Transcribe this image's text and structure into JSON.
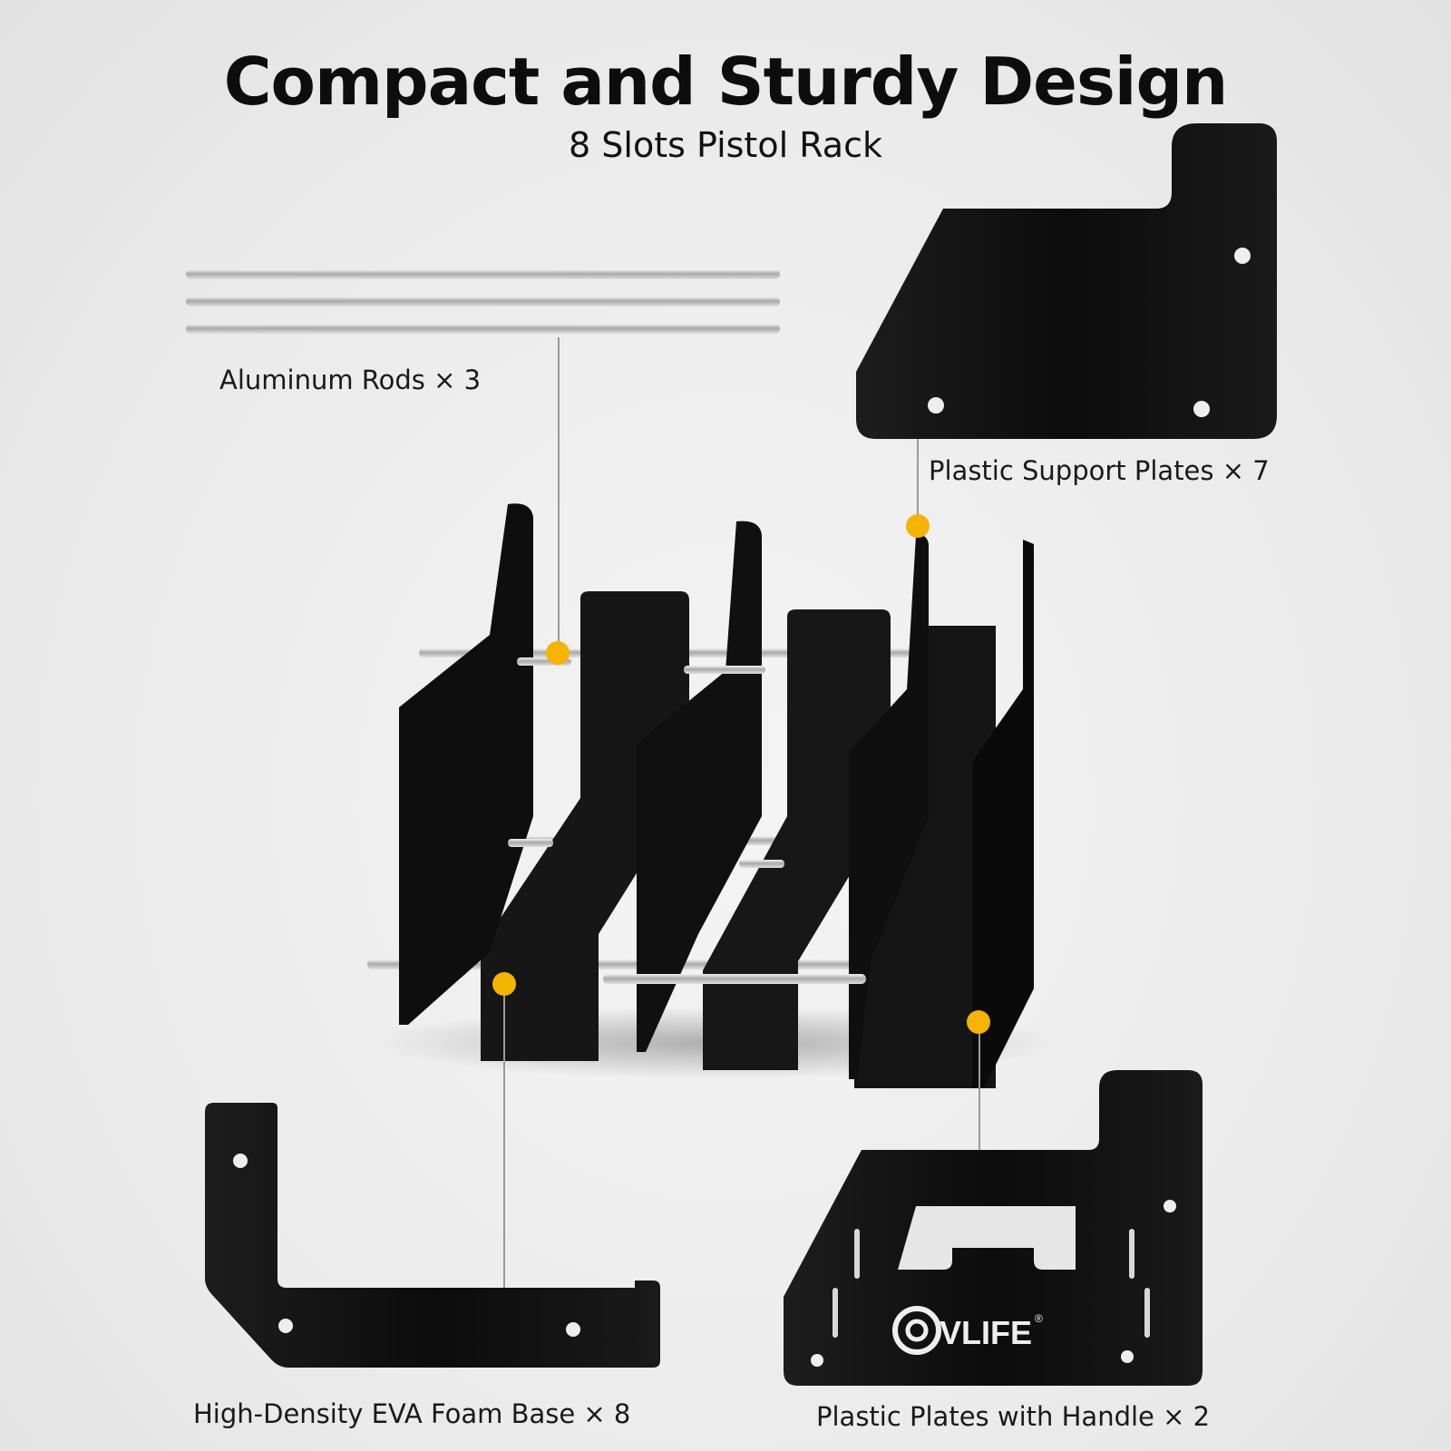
{
  "header": {
    "title": "Compact and Sturdy Design",
    "subtitle": "8 Slots Pistol Rack"
  },
  "parts": {
    "rods": "Aluminum Rods × 3",
    "support_plates": "Plastic Support Plates × 7",
    "foam_base": "High-Density EVA Foam Base × 8",
    "handle_plates": "Plastic Plates with Handle × 2"
  },
  "brand": {
    "logo_text": "VLIFE",
    "registered_mark": "®"
  },
  "colors": {
    "plate": "#111111",
    "rod": "#c8c8c8",
    "marker": "#f4b400",
    "leader": "#9a9a9a"
  }
}
